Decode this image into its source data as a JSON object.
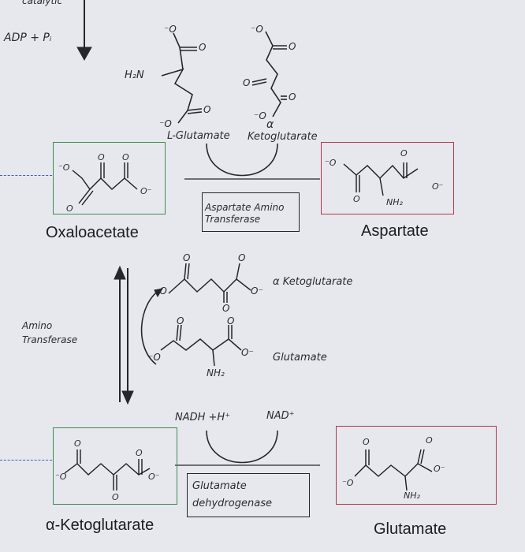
{
  "labels": {
    "top_corner": "catalytic",
    "adp_pi": "ADP + Pᵢ",
    "l_glutamate": "L-Glutamate",
    "alpha_symbol": "α",
    "alpha_ketoglutarate_top": "Ketoglutarate",
    "oxaloacetate": "Oxaloacetate",
    "aspartate": "Aspartate",
    "enzyme_1": "Aspartate Amino Transferase",
    "alpha_ketoglutarate_mid": "α Ketoglutarate",
    "glutamate_mid": "Glutamate",
    "amino_transferase": "Amino Transferase",
    "nadh_h": "NADH +H⁺",
    "nad": "NAD⁺",
    "enzyme_2": "Glutamate dehydrogenase",
    "alpha_ketoglutarate": "α-Ketoglutarate",
    "glutamate": "Glutamate"
  },
  "atoms": {
    "h2n": "H₂N",
    "nh2": "NH₂",
    "o": "O",
    "o_minus": "O⁻",
    "minus_o": "⁻O"
  },
  "colors": {
    "background": "#e7e8ee",
    "green_box": "#3f8a4e",
    "red_box": "#b03a48",
    "blue_dashes": "#3a5ccf",
    "ink": "#26262c"
  }
}
